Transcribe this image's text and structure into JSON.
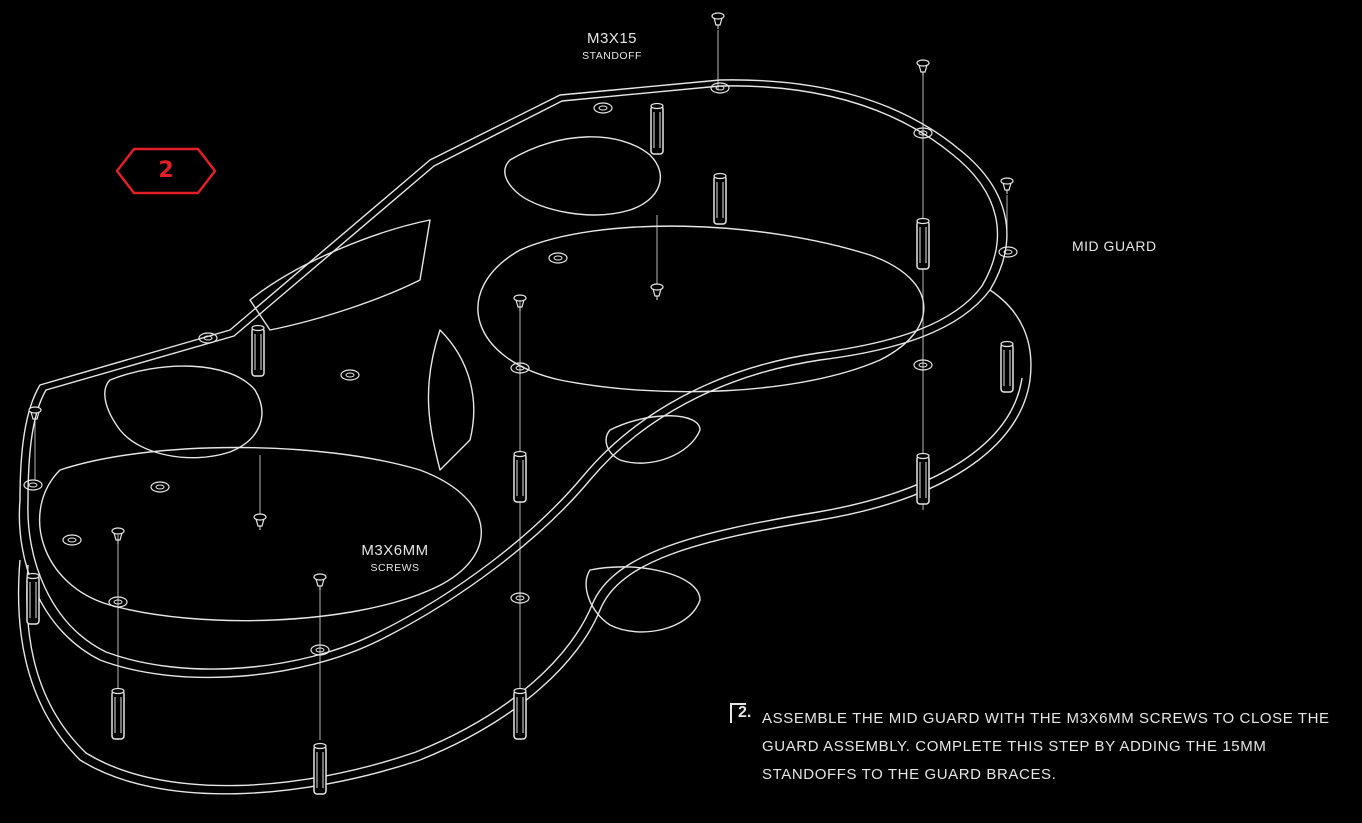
{
  "step_badge": {
    "number": "2"
  },
  "labels": {
    "standoff_spec": "M3x15",
    "standoff_name": "standoff",
    "screw_spec": "M3x6mm",
    "screw_name": "screws",
    "mid_guard": "MID GUARD"
  },
  "instruction": {
    "number": "2.",
    "text": "Assemble the mid guard with the M3x6mm screws to close the guard assembly. Complete this step by adding the 15mm standoffs to the guard braces."
  },
  "colors": {
    "background": "#000000",
    "linework": "#e6e6e6",
    "accent": "#e21f26"
  }
}
